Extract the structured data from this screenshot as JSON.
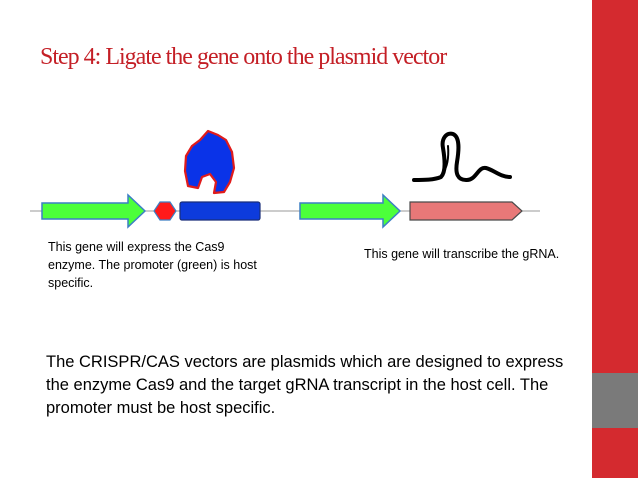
{
  "slide": {
    "title": "Step 4: Ligate the gene onto the plasmid vector",
    "caption_left": "This gene will express the Cas9 enzyme. The promoter (green) is host specific.",
    "caption_right": "This gene will transcribe the gRNA.",
    "body": "The CRISPR/CAS vectors are plasmids which are designed to express the enzyme Cas9 and the target gRNA transcript in the host cell. The promoter must be host specific."
  },
  "colors": {
    "accent_red": "#c41f26",
    "sidebar_red": "#d42a2f",
    "sidebar_gray": "#7a7a7a",
    "promoter_green": "#4cff3a",
    "cas9_gene_blue": "#0d3bdc",
    "cas9_protein_blue": "#0a33e8",
    "grna_gene_salmon": "#e87878",
    "small_feature_red": "#ff1a1a"
  },
  "diagram_icons": [
    "promoter-arrow-green",
    "red-hexagon-feature",
    "cas9-gene-blue-box",
    "cas9-protein-blob",
    "promoter-arrow-green",
    "grna-gene-salmon-arrow",
    "grna-hairpin-strand"
  ]
}
